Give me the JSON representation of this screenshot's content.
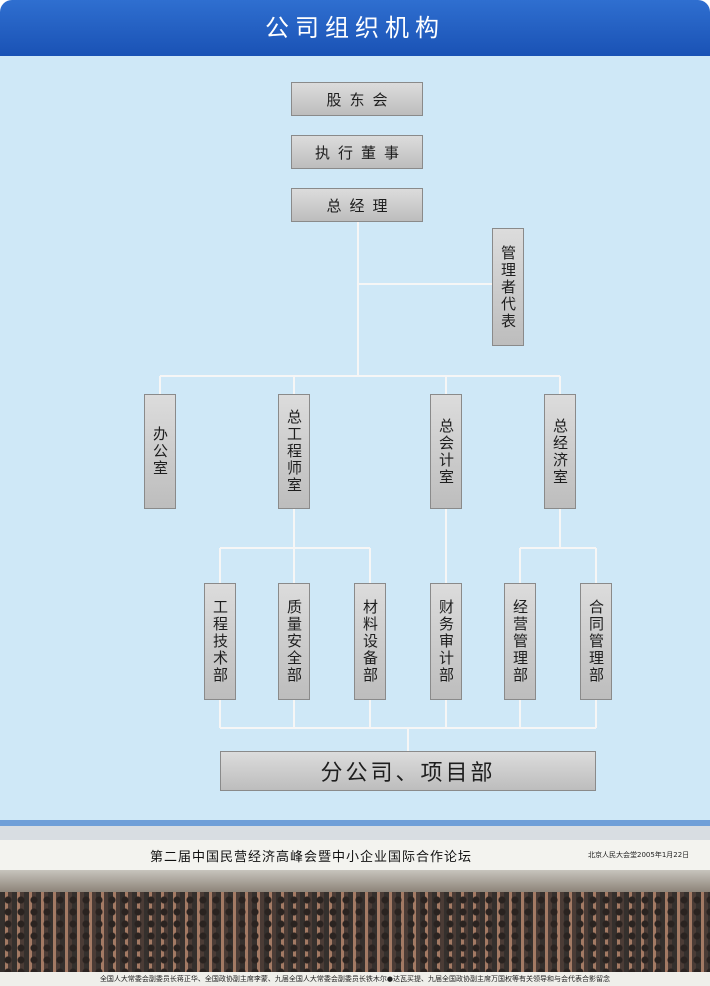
{
  "header": {
    "title": "公司组织机构"
  },
  "org_chart": {
    "shareholders": "股东会",
    "executive_director": "执行董事",
    "general_manager": "总经理",
    "management_representative": "管理者代表",
    "departments": {
      "office": "办公室",
      "chief_engineer_office": "总工程师室",
      "chief_accountant_office": "总会计室",
      "chief_economist_office": "总经济室"
    },
    "sub_departments": {
      "engineering_technology": "工程技术部",
      "quality_safety": "质量安全部",
      "materials_equipment": "材料设备部",
      "finance_audit": "财务审计部",
      "operations_management": "经营管理部",
      "contract_management": "合同管理部"
    },
    "branches": "分公司、项目部"
  },
  "photo": {
    "title": "第二届中国民营经济高峰会暨中小企业国际合作论坛",
    "date": "北京人民大会堂2005年1月22日",
    "caption": "全国人大常委会副委员长蒋正华、全国政协副主席李蒙、九届全国人大常委会副委员长铁木尔●达瓦买提、九届全国政协副主席万国权等有关领导和与会代表合影留念"
  }
}
